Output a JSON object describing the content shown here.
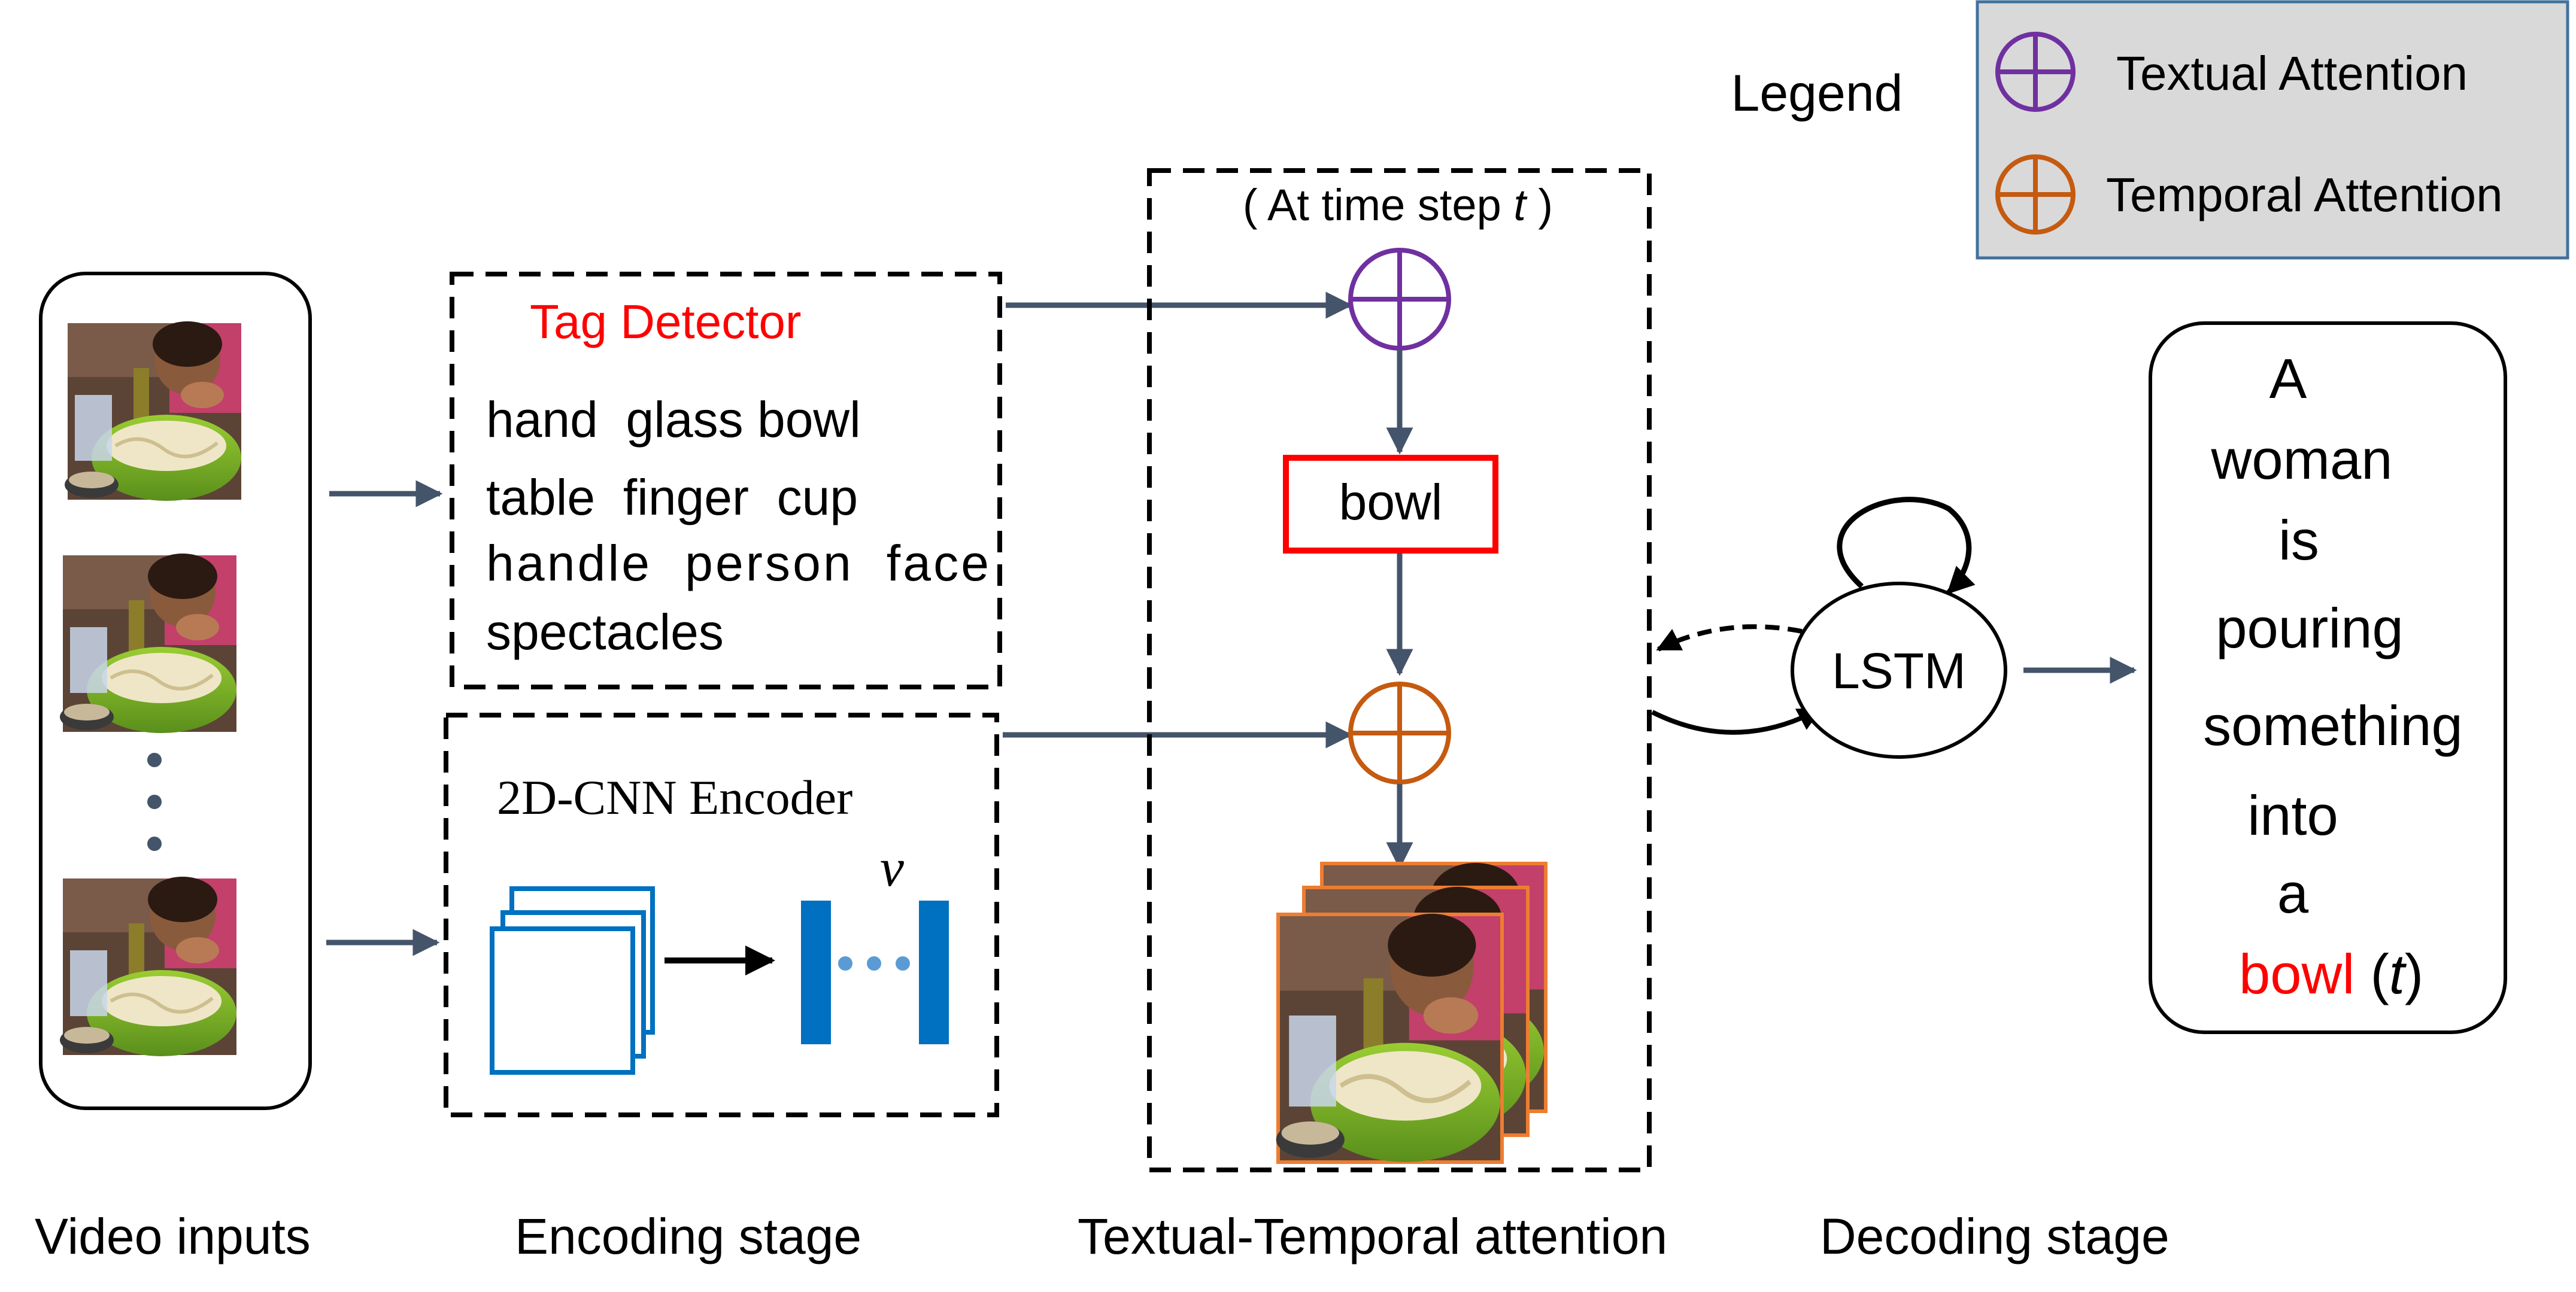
{
  "legend": {
    "title": "Legend",
    "items": [
      {
        "label": "Textual Attention",
        "color": "#7030a0"
      },
      {
        "label": "Temporal Attention",
        "color": "#c55a11"
      }
    ],
    "box_fill": "#d9d9d9",
    "box_border": "#41719c"
  },
  "tag_detector": {
    "title": "Tag Detector",
    "title_color": "#ff0000",
    "tag_lines": [
      "hand  glass bowl",
      "table  finger  cup",
      "handle  person  face",
      "spectacles"
    ]
  },
  "encoder": {
    "title": "2D-CNN Encoder",
    "feature_symbol": "v"
  },
  "attention": {
    "time_label_prefix": "( At time step ",
    "time_label_var": "t",
    "time_label_suffix": " )",
    "selected_tag": "bowl",
    "selected_tag_border": "#ff0000"
  },
  "decoder": {
    "cell_label": "LSTM"
  },
  "caption": {
    "words": [
      "A",
      "woman",
      "is",
      "pouring",
      "something",
      "into",
      "a"
    ],
    "current_word": "bowl",
    "current_word_color": "#ff0000",
    "step_prefix": "(",
    "step_var": "t",
    "step_suffix": ")"
  },
  "stage_labels": {
    "video_inputs": "Video inputs",
    "encoding": "Encoding stage",
    "attention": "Textual-Temporal attention",
    "decoding": "Decoding stage"
  },
  "colors": {
    "arrow": "#44546a",
    "encoder_blue": "#0070c0",
    "frame_orange": "#ed7d31"
  }
}
